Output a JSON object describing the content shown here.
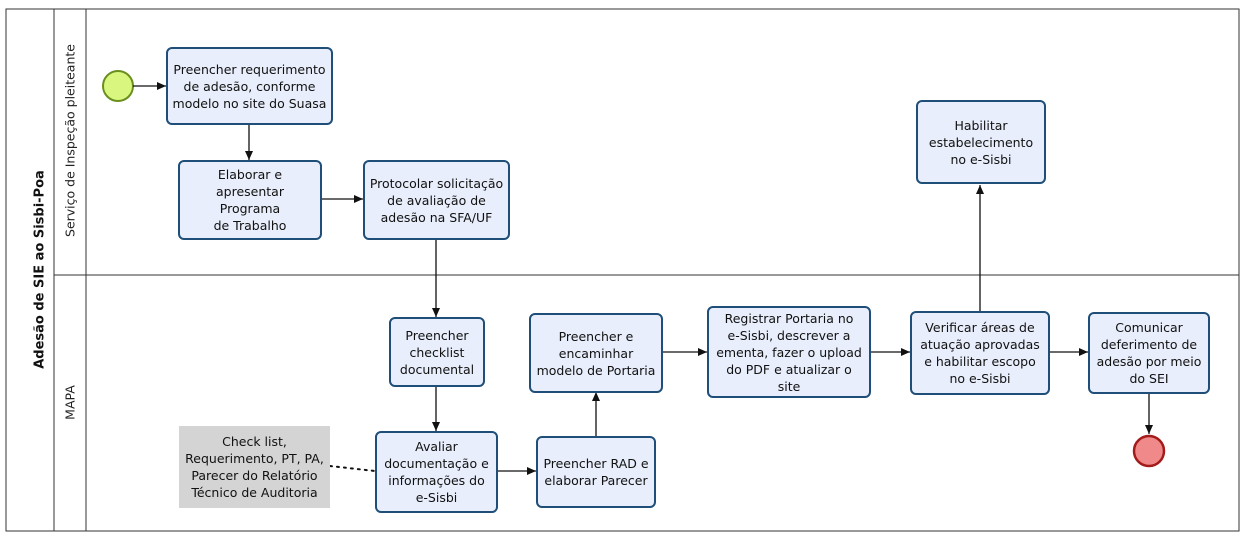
{
  "pool": {
    "title": "Adesão de SIE ao Sisbi-Poa"
  },
  "lanes": {
    "top": "Serviço de Inspeção pleiteante",
    "bottom": "MAPA"
  },
  "tasks": {
    "preencher_requerimento": "Preencher requerimento\nde adesão, conforme\nmodelo no site do Suasa",
    "elaborar_programa": "Elaborar e\napresentar Programa\nde Trabalho",
    "protocolar": "Protocolar solicitação\nde avaliação de\nadesão na SFA/UF",
    "habilitar": "Habilitar\nestabelecimento\nno e-Sisbi",
    "checklist": "Preencher\nchecklist\ndocumental",
    "avaliar": "Avaliar\ndocumentação e\ninformações do\ne-Sisbi",
    "preencher_rad": "Preencher RAD e\nelaborar Parecer",
    "portaria_modelo": "Preencher e\nencaminhar\nmodelo de Portaria",
    "registrar_portaria": "Registrar Portaria no\ne-Sisbi, descrever a\nementa, fazer o upload\ndo PDF e atualizar o site",
    "verificar": "Verificar áreas de\natuação aprovadas\ne habilitar escopo\nno e-Sisbi",
    "comunicar": "Comunicar\ndeferimento de\nadesão por meio\ndo SEI"
  },
  "annotation": "Check list,\nRequerimento, PT, PA,\nParecer do Relatório\nTécnico de Auditoria",
  "colors": {
    "task_fill": "#e8eefb",
    "task_border": "#1f4e79",
    "start_event": "#d9f77f",
    "end_event": "#f08a8a",
    "annotation_fill": "#d4d4d4"
  }
}
